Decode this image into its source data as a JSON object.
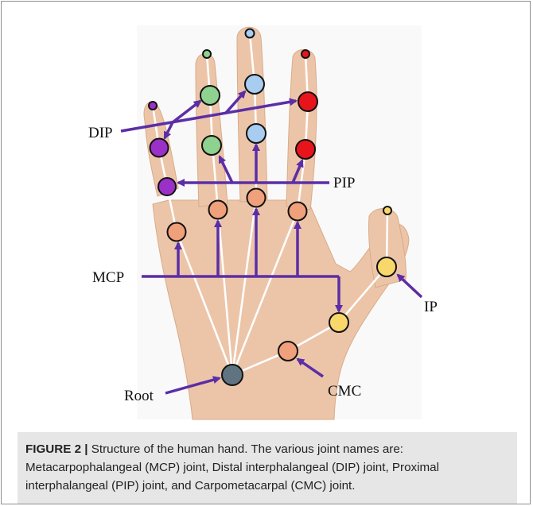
{
  "figure": {
    "joint_labels": {
      "dip": "DIP",
      "pip": "PIP",
      "mcp": "MCP",
      "ip": "IP",
      "cmc": "CMC",
      "root": "Root"
    },
    "joint_colors": {
      "little_finger": "#9b30c9",
      "ring_finger": "#8fd18f",
      "middle_finger": "#a9cdf0",
      "index_finger": "#e8141c",
      "mcp": "#f0a07a",
      "thumb": "#f8d86a",
      "root": "#5f7480",
      "arrows": "#5b2ea6",
      "bones": "#ffffff"
    }
  },
  "caption": {
    "label": "FIGURE 2 |",
    "text": " Structure of the human hand. The various joint names are: Metacarpophalangeal (MCP) joint, Distal interphalangeal (DIP) joint, Proximal interphalangeal (PIP) joint, and Carpometacarpal (CMC) joint."
  }
}
